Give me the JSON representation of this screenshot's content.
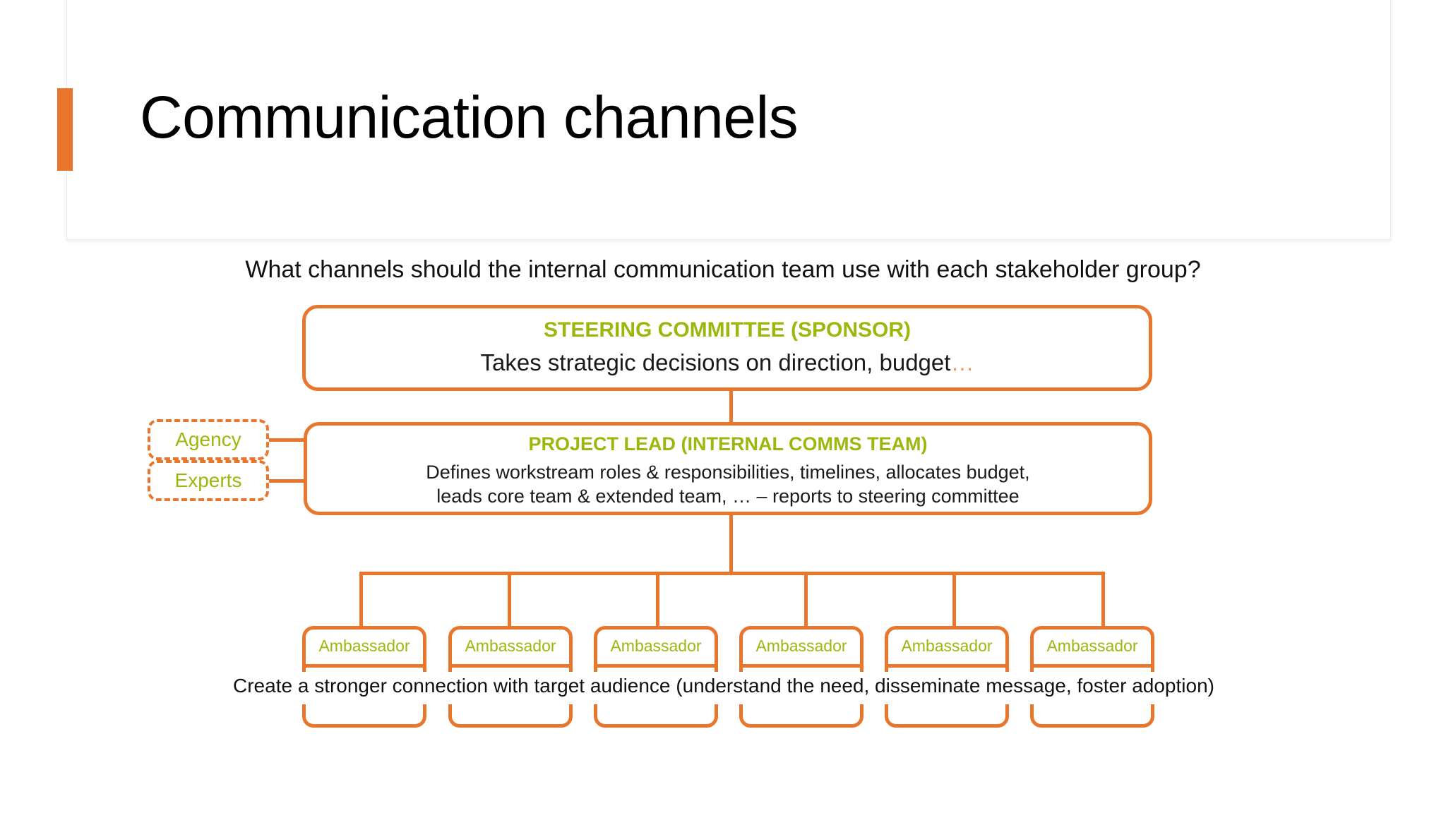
{
  "slide": {
    "title": "Communication channels",
    "accent_color": "#E8762C",
    "heading_color": "#9EB70E",
    "subtitle": "What channels should the internal communication team use with each stakeholder group?"
  },
  "diagram": {
    "steering_committee": {
      "title": "STEERING COMMITTEE (SPONSOR)",
      "description": "Takes strategic decisions on direction, budget",
      "description_ellipsis": "…"
    },
    "project_lead": {
      "title": "PROJECT LEAD (INTERNAL COMMS TEAM)",
      "description_line1": "Defines workstream roles & responsibilities, timelines, allocates budget,",
      "description_line2": "leads core team & extended team, … – reports to steering committee"
    },
    "side_boxes": [
      {
        "label": "Agency"
      },
      {
        "label": "Experts"
      }
    ],
    "ambassadors": [
      {
        "label": "Ambassador"
      },
      {
        "label": "Ambassador"
      },
      {
        "label": "Ambassador"
      },
      {
        "label": "Ambassador"
      },
      {
        "label": "Ambassador"
      },
      {
        "label": "Ambassador"
      }
    ],
    "ambassadors_description": "Create a stronger connection with target audience (understand the need, disseminate message, foster adoption)"
  }
}
